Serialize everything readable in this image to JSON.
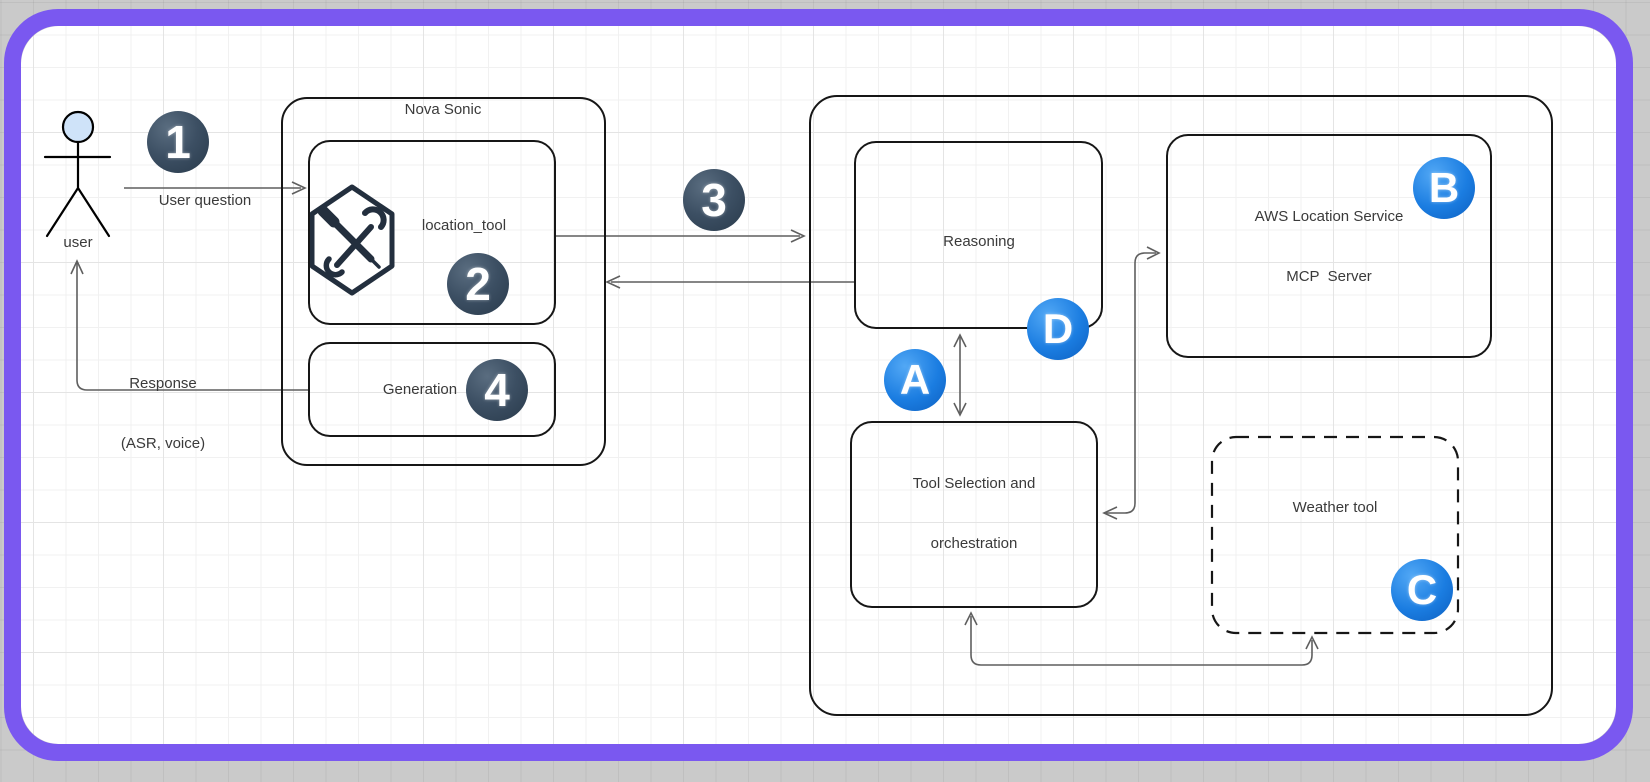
{
  "window": {
    "background_color": "#cacaca",
    "frame_color": "#7a58f0"
  },
  "diagram": {
    "actor": {
      "label": "user"
    },
    "containers": {
      "nova_sonic": {
        "label": "Nova Sonic"
      },
      "agent": {
        "label": ""
      }
    },
    "nodes": {
      "location_tool": {
        "label": "location_tool"
      },
      "generation": {
        "label": "Generation"
      },
      "reasoning": {
        "label": "Reasoning"
      },
      "tool_selection": {
        "line1": "Tool Selection and",
        "line2": "orchestration"
      },
      "aws_mcp_server": {
        "line1": "AWS Location Service",
        "line2": "MCP  Server"
      },
      "weather_tool": {
        "label": "Weather tool"
      }
    },
    "edges": {
      "user_question": {
        "label": "User question"
      },
      "response": {
        "line1": "Response",
        "line2": "(ASR, voice)"
      }
    },
    "step_badges": {
      "s1": "1",
      "s2": "2",
      "s3": "3",
      "s4": "4"
    },
    "letter_badges": {
      "a": "A",
      "b": "B",
      "c": "C",
      "d": "D"
    },
    "icons": {
      "location_tool_icon": "crossed-tools-in-hexagon",
      "actor_icon": "stick-figure-person"
    },
    "colors": {
      "step_badge": "#3c4f63",
      "letter_badge": "#1b7de1",
      "connector": "#5f5f5f",
      "node_border": "#161616",
      "actor_head_fill": "#cfe3f9",
      "icon_stroke": "#232f3e"
    }
  }
}
